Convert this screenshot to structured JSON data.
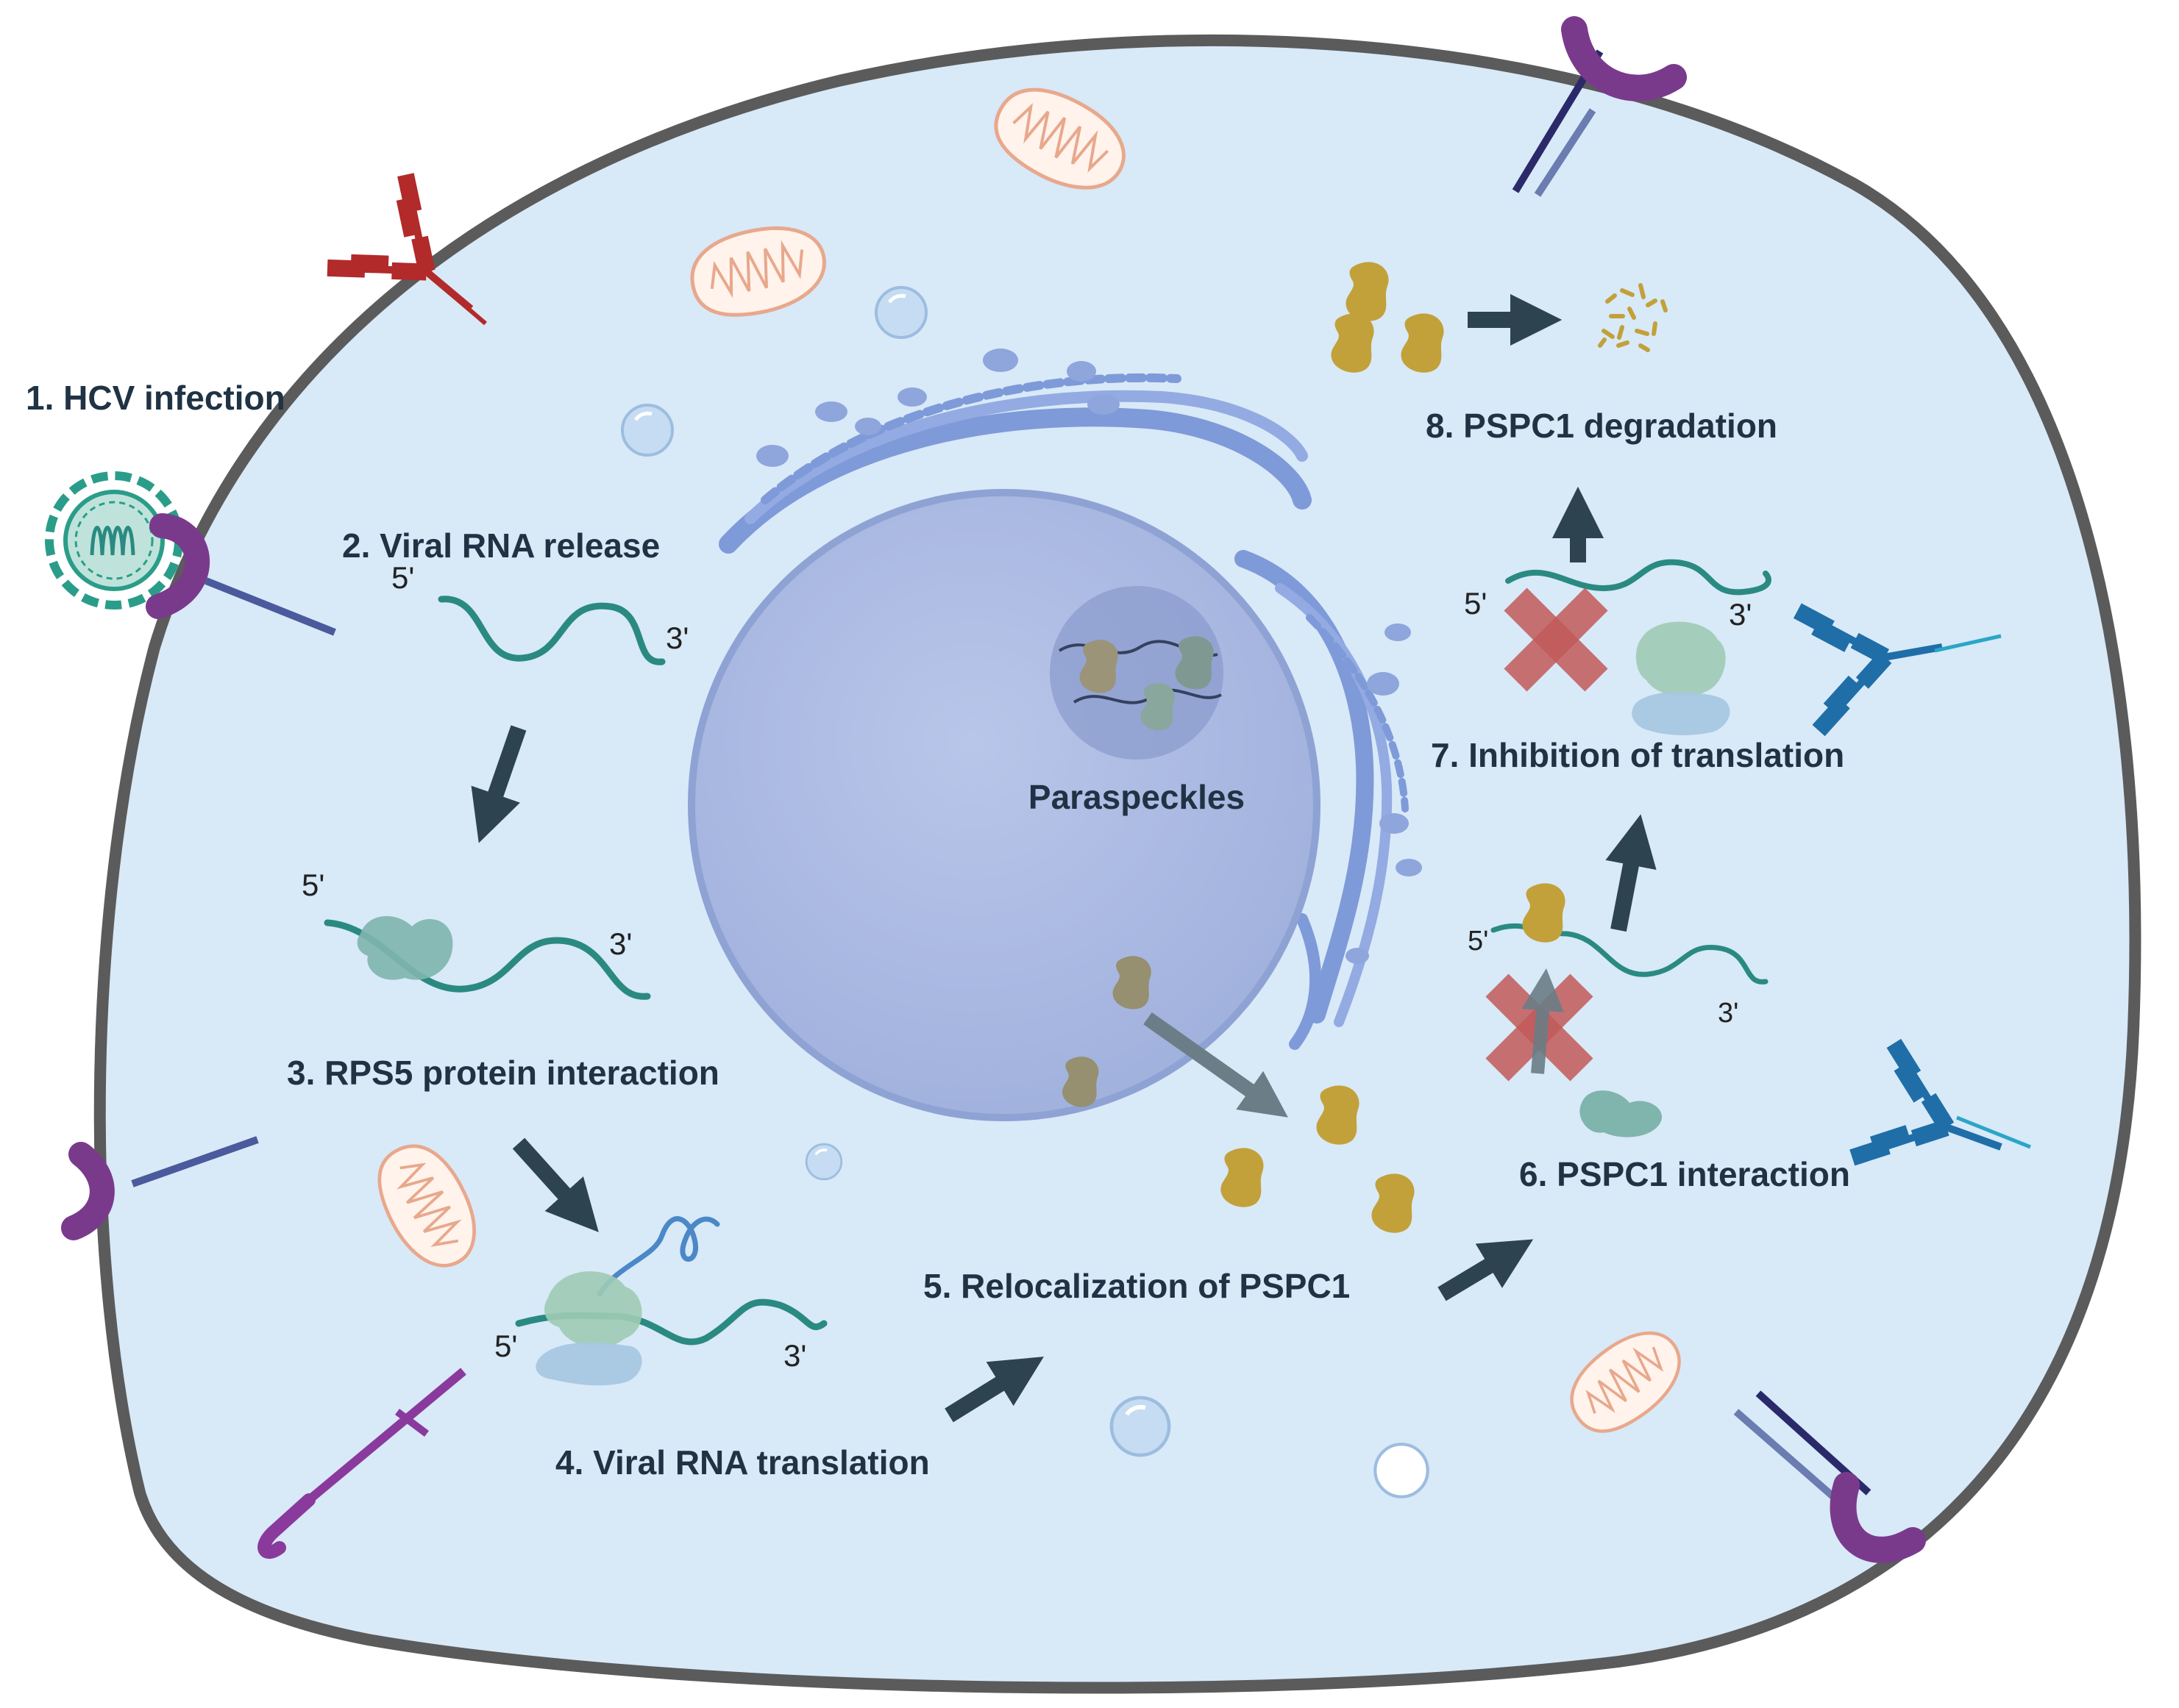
{
  "labels": {
    "step1": "1.  HCV infection",
    "step2": "2. Viral RNA release",
    "step3": "3. RPS5 protein interaction",
    "step4": "4. Viral RNA translation",
    "step5": "5. Relocalization of PSPC1",
    "step6": "6. PSPC1 interaction",
    "step7": "7. Inhibition of translation",
    "step8": "8. PSPC1 degradation",
    "paraspeckles": "Paraspeckles"
  },
  "rna_ends": {
    "five_prime": "5'",
    "three_prime": "3'"
  },
  "colors": {
    "cell_fill": "#d8e9f8",
    "cell_border": "#5b5b5b",
    "nucleus": "#a9b9e0",
    "er": "#7f9ad8",
    "rna": "#2a8a82",
    "pspc1": "#c2a13a",
    "arrow": "#2d4450",
    "cross": "#c25a5a",
    "antibody_red": "#b22a2a",
    "antibody_blue": "#1f6ea8",
    "receptor_purple": "#7a3a8c",
    "mito": "#e8a88c",
    "ribosome_large": "#9fcbb4",
    "ribosome_small": "#a8c7e0"
  }
}
